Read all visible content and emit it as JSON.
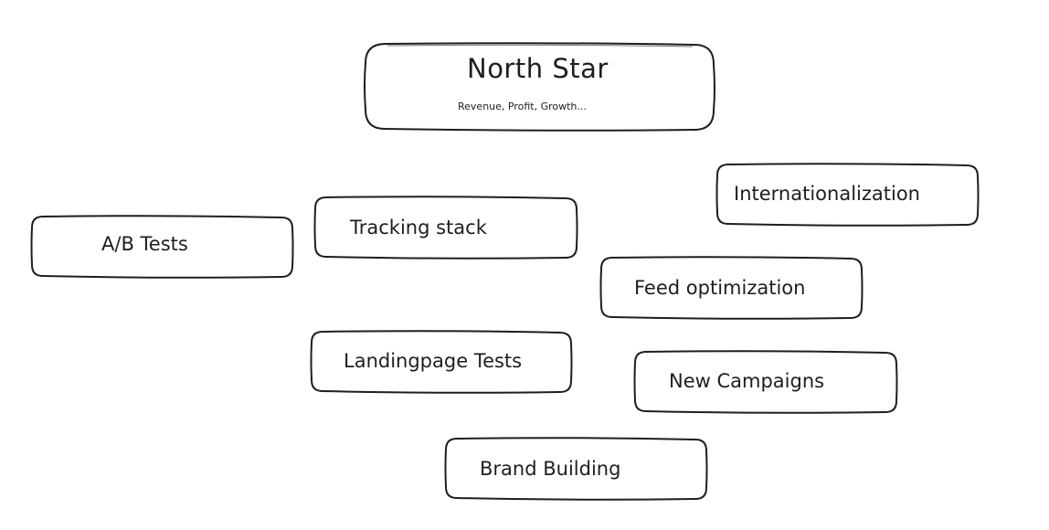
{
  "north_star": {
    "title": "North Star",
    "subtitle": "Revenue, Profit, Growth..."
  },
  "nodes": {
    "internationalization": "Internationalization",
    "tracking_stack": "Tracking stack",
    "ab_tests": "A/B Tests",
    "feed_optimization": "Feed optimization",
    "landingpage_tests": "Landingpage Tests",
    "new_campaigns": "New Campaigns",
    "brand_building": "Brand Building"
  },
  "colors": {
    "stroke": "#1e1e1e",
    "background": "#ffffff",
    "fill": "#ffffff"
  }
}
